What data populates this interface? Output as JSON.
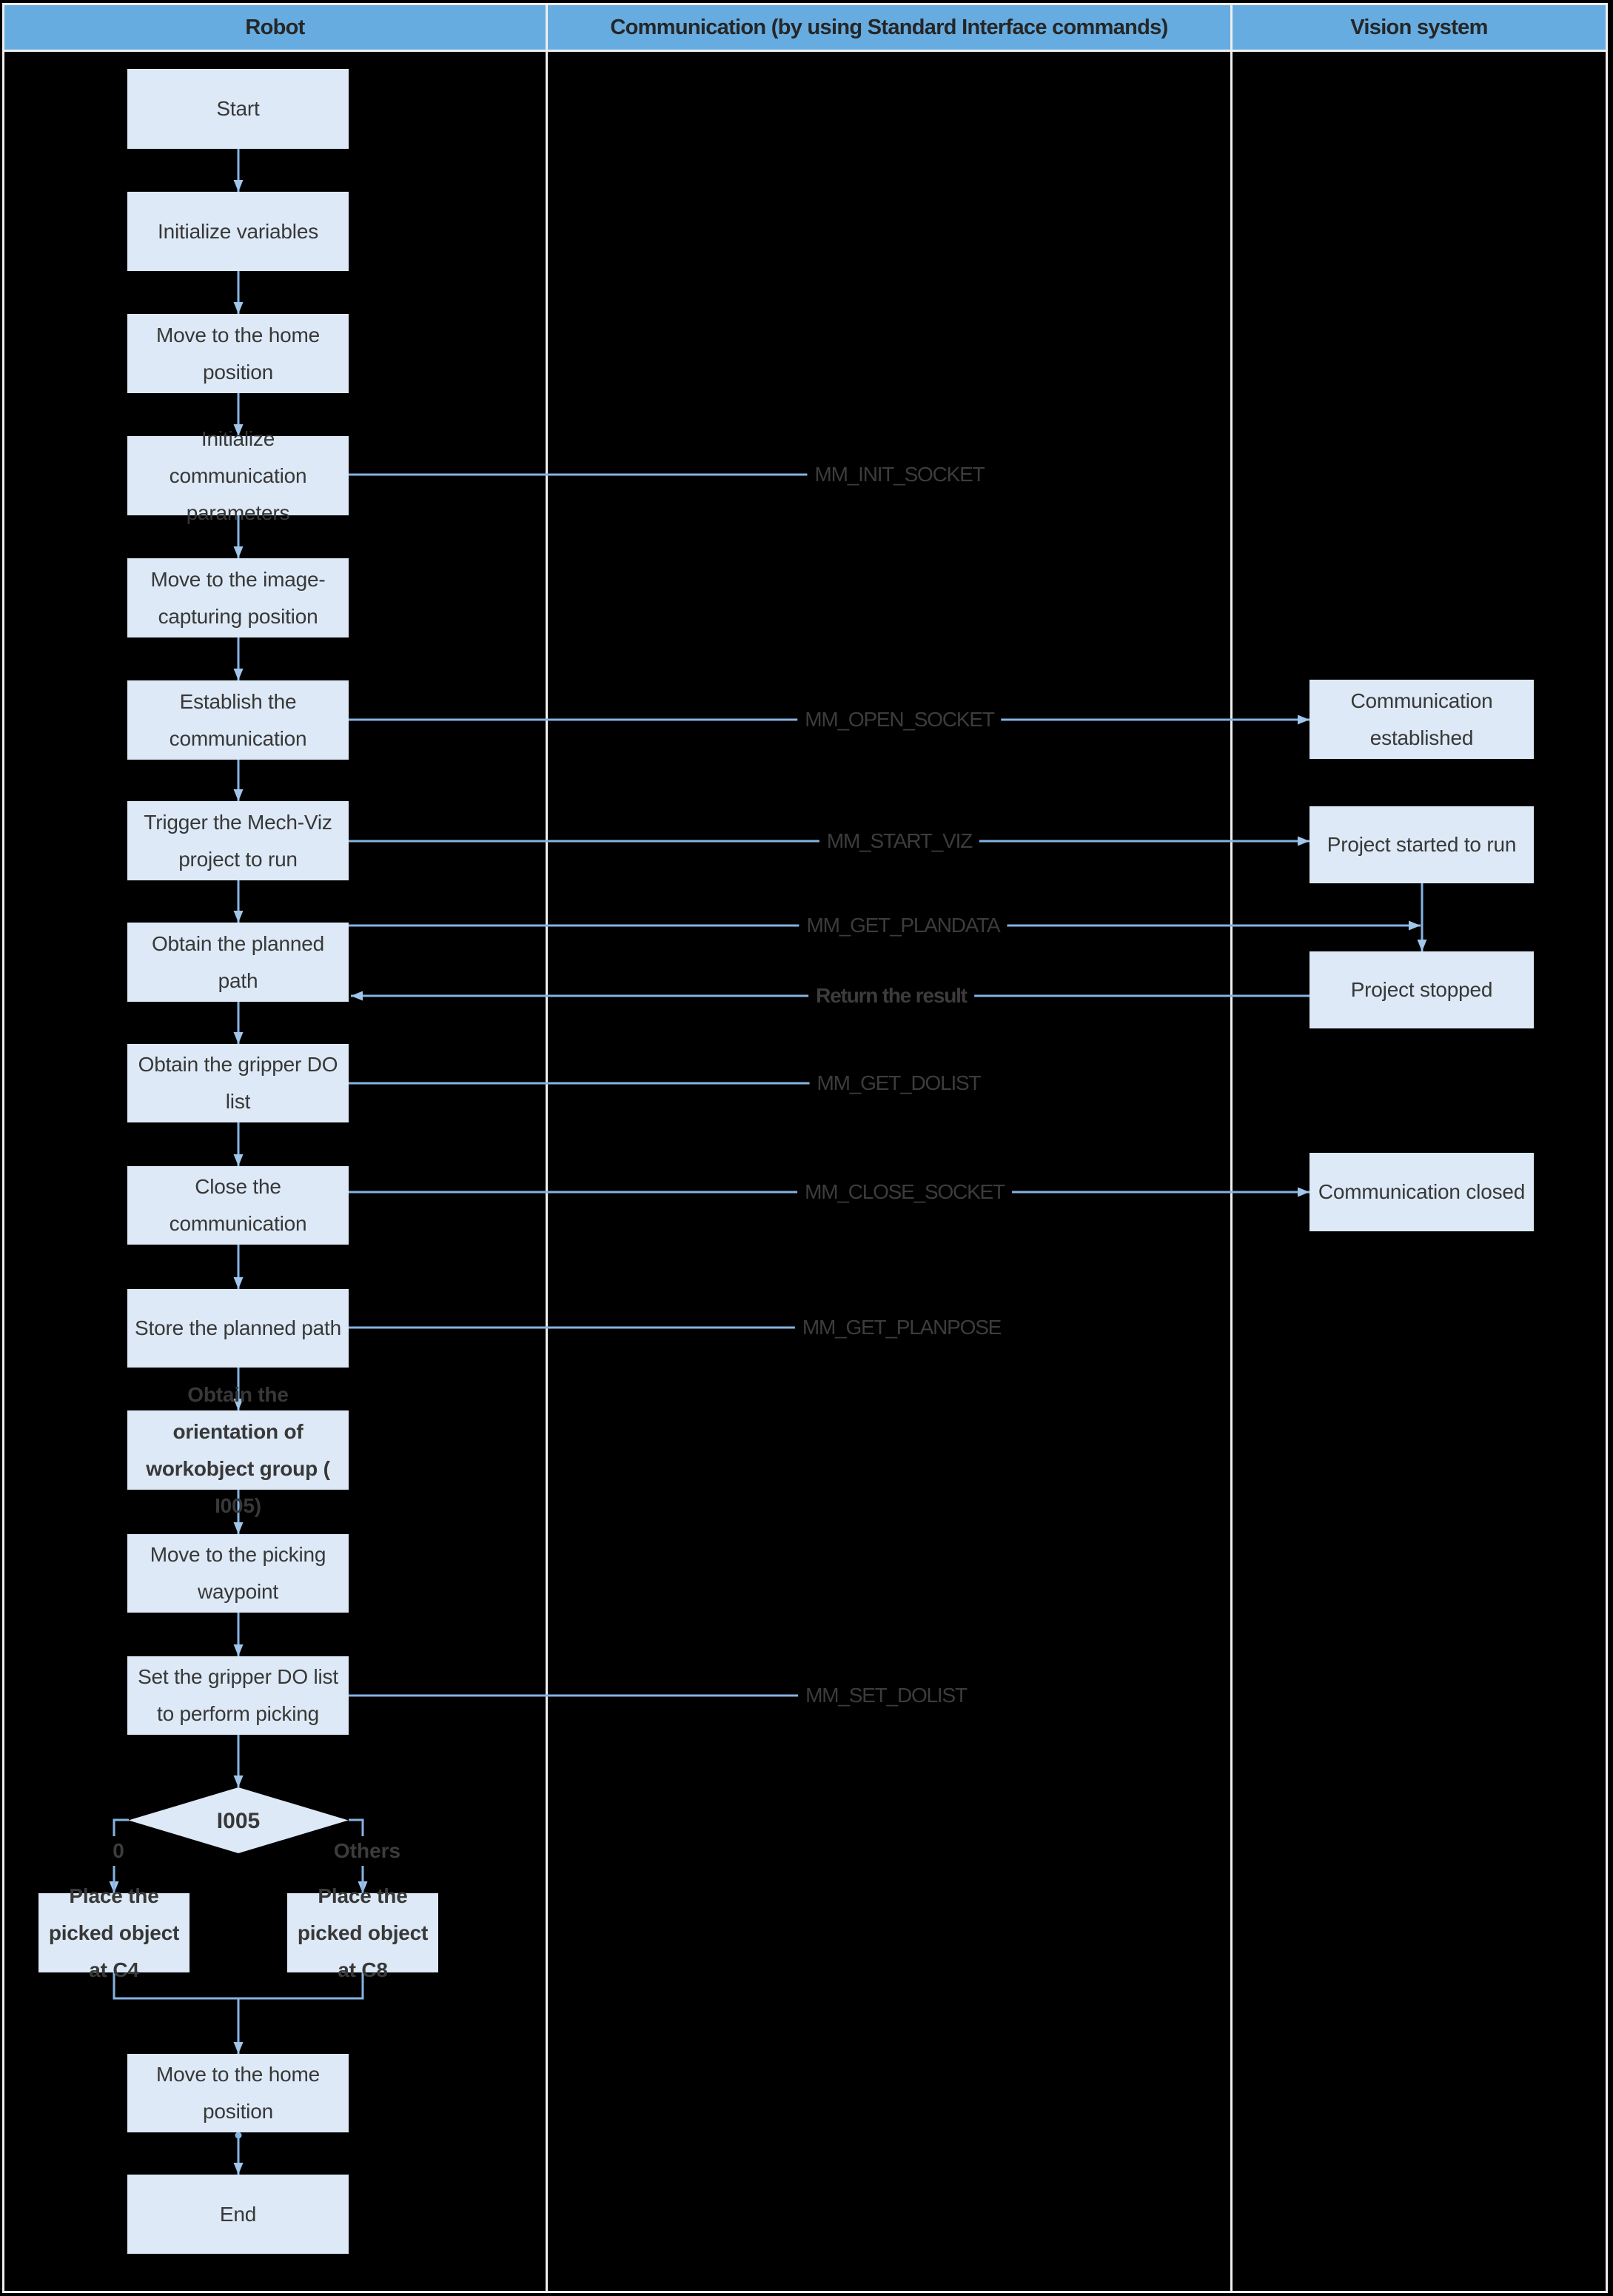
{
  "columns": [
    {
      "id": "robot",
      "label": "Robot"
    },
    {
      "id": "communication",
      "label": "Communication (by using Standard Interface commands)"
    },
    {
      "id": "vision",
      "label": "Vision system"
    }
  ],
  "nodes": {
    "start": {
      "lines": [
        "Start"
      ],
      "bold": false
    },
    "init-variables": {
      "lines": [
        "Initialize variables"
      ],
      "bold": false
    },
    "move-home-1": {
      "lines": [
        "Move to the home",
        "position"
      ],
      "bold": false
    },
    "init-comm": {
      "lines": [
        "Initialize",
        "communication",
        "parameters"
      ],
      "bold": false
    },
    "move-image": {
      "lines": [
        "Move to the image-",
        "capturing position"
      ],
      "bold": false
    },
    "establish-comm": {
      "lines": [
        "Establish the",
        "communication"
      ],
      "bold": false
    },
    "trigger-viz": {
      "lines": [
        "Trigger the Mech-Viz",
        "project to run"
      ],
      "bold": false
    },
    "obtain-path": {
      "lines": [
        "Obtain the planned",
        "path"
      ],
      "bold": false
    },
    "obtain-dolist": {
      "lines": [
        "Obtain the gripper DO",
        "list"
      ],
      "bold": false
    },
    "close-comm": {
      "lines": [
        "Close the",
        "communication"
      ],
      "bold": false
    },
    "store-path": {
      "lines": [
        "Store the planned path"
      ],
      "bold": false
    },
    "obtain-orient": {
      "lines": [
        "Obtain the",
        "orientation of",
        "workobject group (",
        "I005)"
      ],
      "bold": true
    },
    "move-picking": {
      "lines": [
        "Move to the picking",
        "waypoint"
      ],
      "bold": false
    },
    "set-dolist": {
      "lines": [
        "Set the gripper DO list",
        "to perform picking"
      ],
      "bold": false
    },
    "decision-i005": {
      "lines": [
        "I005"
      ],
      "bold": true
    },
    "place-c4": {
      "lines": [
        "Place the",
        "picked object",
        "at C4"
      ],
      "bold": true
    },
    "place-c8": {
      "lines": [
        "Place the",
        "picked object",
        "at C8"
      ],
      "bold": true
    },
    "move-home-2": {
      "lines": [
        "Move to the home",
        "position"
      ],
      "bold": false
    },
    "end": {
      "lines": [
        "End"
      ],
      "bold": false
    },
    "comm-established": {
      "lines": [
        "Communication",
        "established"
      ],
      "bold": false
    },
    "project-started": {
      "lines": [
        "Project started to run"
      ],
      "bold": false
    },
    "project-stopped": {
      "lines": [
        "Project stopped"
      ],
      "bold": false
    },
    "comm-closed": {
      "lines": [
        "Communication closed"
      ],
      "bold": false
    }
  },
  "edge_labels": {
    "mm-init-socket": {
      "text": "MM_INIT_SOCKET",
      "bold": false
    },
    "mm-open-socket": {
      "text": "MM_OPEN_SOCKET",
      "bold": false
    },
    "mm-start-viz": {
      "text": "MM_START_VIZ",
      "bold": false
    },
    "mm-get-plandata": {
      "text": "MM_GET_PLANDATA",
      "bold": false
    },
    "return-result": {
      "text": "Return the result",
      "bold": true
    },
    "mm-get-dolist": {
      "text": "MM_GET_DOLIST",
      "bold": false
    },
    "mm-close-socket": {
      "text": "MM_CLOSE_SOCKET",
      "bold": false
    },
    "mm-get-planpose": {
      "text": "MM_GET_PLANPOSE",
      "bold": false
    },
    "mm-set-dolist": {
      "text": "MM_SET_DOLIST",
      "bold": false
    }
  },
  "branch_labels": {
    "zero": {
      "text": "0"
    },
    "others": {
      "text": "Others"
    }
  },
  "colors": {
    "background": "#000000",
    "frame_line": "#efefef",
    "header_fill": "#66ace0",
    "header_text": "#262626",
    "node_fill": "#dde9f6",
    "node_text": "#383838",
    "edge_line": "#85b3e3",
    "arrowhead": "#a2c5ea",
    "edge_label_text": "#3c3c3c"
  }
}
